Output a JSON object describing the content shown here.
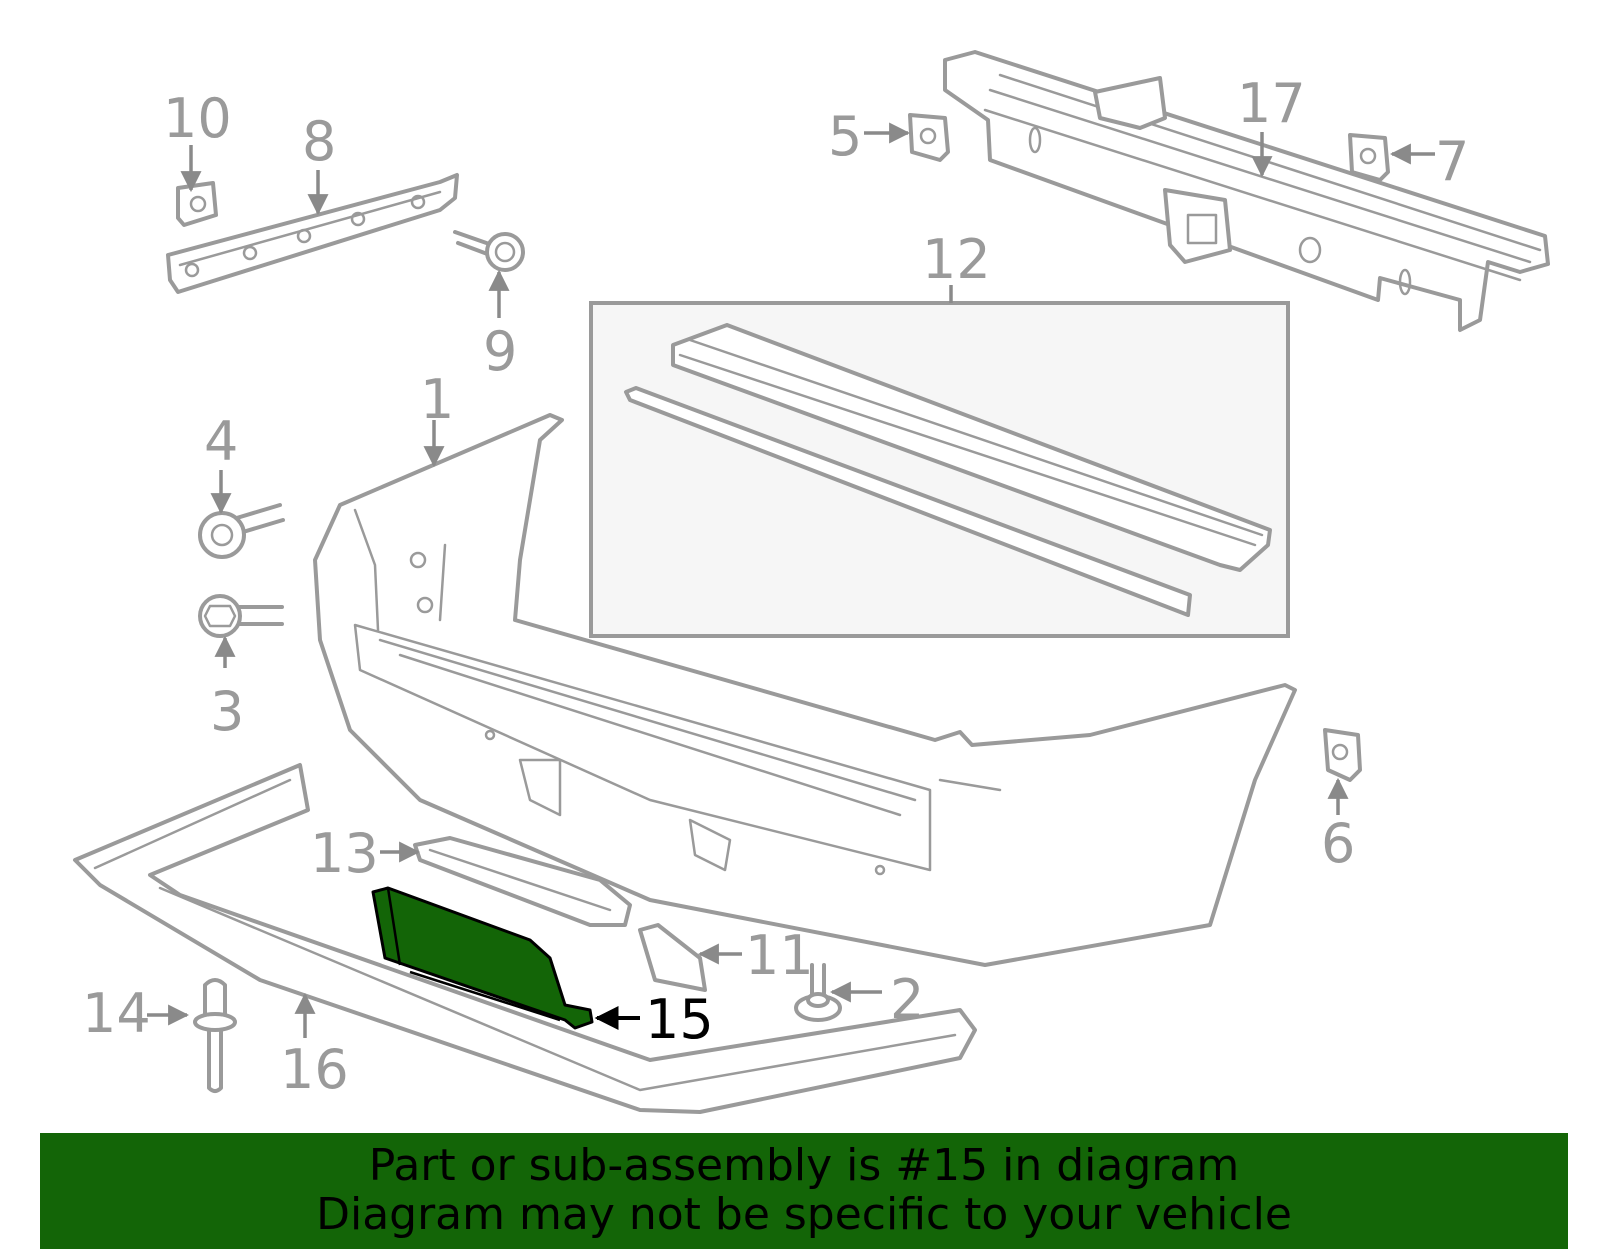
{
  "callouts": [
    "1",
    "2",
    "3",
    "4",
    "5",
    "6",
    "7",
    "8",
    "9",
    "10",
    "11",
    "12",
    "13",
    "14",
    "15",
    "16",
    "17"
  ],
  "highlighted_part": "15",
  "colors": {
    "highlight_fill": "#136507",
    "banner_bg": "#136507",
    "line_gray": "#9a9a9a",
    "inset_bg": "#f6f6f6"
  },
  "banner": {
    "line1": "Part or sub-assembly is #15 in diagram",
    "line2": "Diagram may not be specific to your vehicle"
  }
}
